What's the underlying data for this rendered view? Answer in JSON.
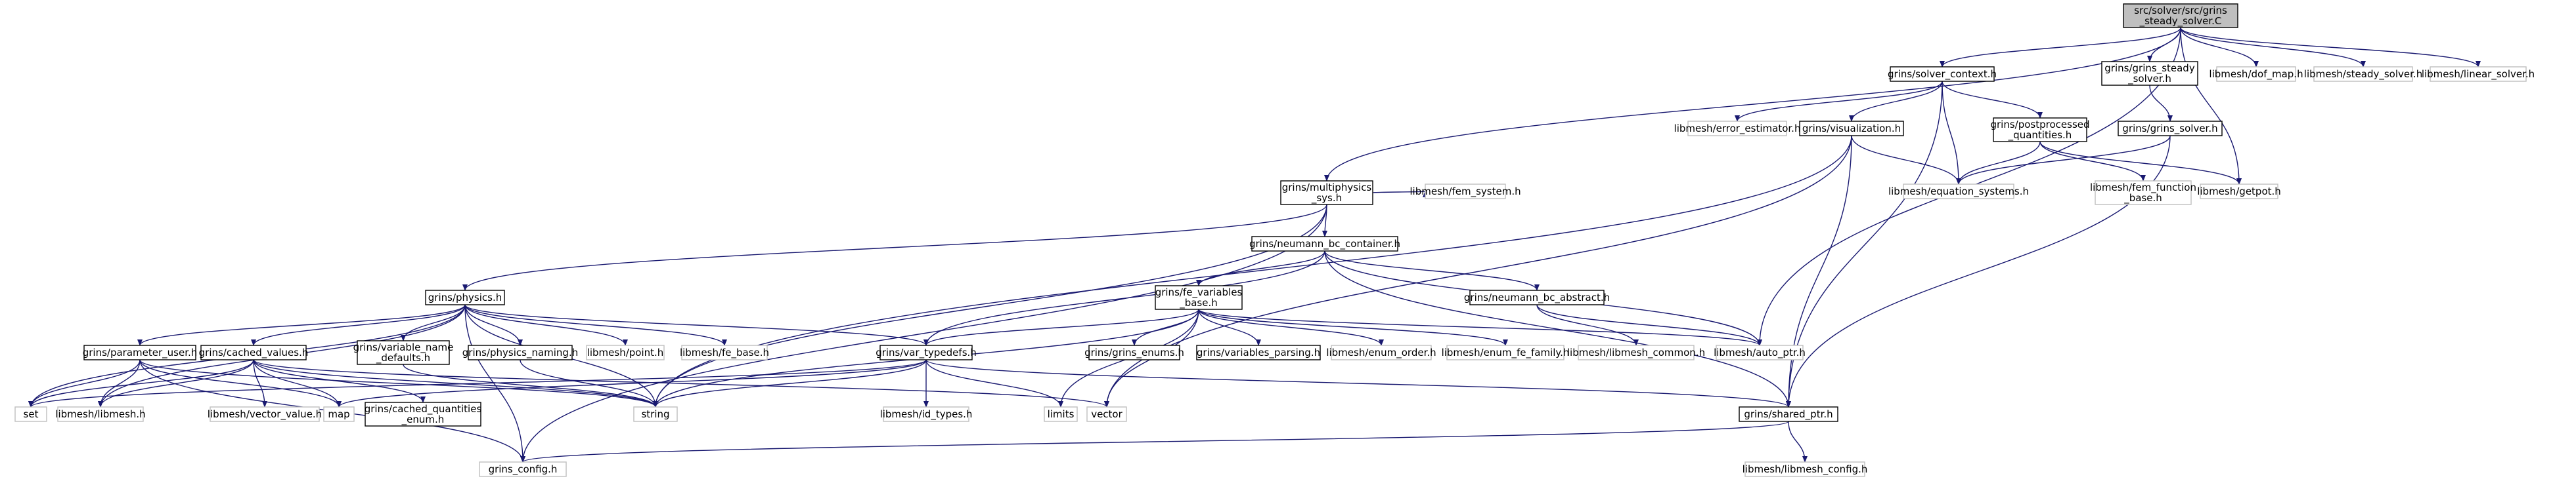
{
  "diagram": {
    "colors": {
      "edge": "#191970",
      "root_fill": "#bfbfbf",
      "external_border": "#bfbfbf",
      "local_border": "#000000"
    },
    "nodes": [
      {
        "id": "root",
        "kind": "root",
        "lines": [
          "src/solver/src/grins",
          "_steady_solver.C"
        ]
      },
      {
        "id": "solver_context",
        "kind": "local",
        "lines": [
          "grins/solver_context.h"
        ]
      },
      {
        "id": "grins_steady_solver",
        "kind": "local",
        "lines": [
          "grins/grins_steady",
          "_solver.h"
        ]
      },
      {
        "id": "dof_map",
        "kind": "ext",
        "lines": [
          "libmesh/dof_map.h"
        ]
      },
      {
        "id": "steady_solver",
        "kind": "ext",
        "lines": [
          "libmesh/steady_solver.h"
        ]
      },
      {
        "id": "linear_solver",
        "kind": "ext",
        "lines": [
          "libmesh/linear_solver.h"
        ]
      },
      {
        "id": "error_estimator",
        "kind": "ext",
        "lines": [
          "libmesh/error_estimator.h"
        ]
      },
      {
        "id": "visualization",
        "kind": "local",
        "lines": [
          "grins/visualization.h"
        ]
      },
      {
        "id": "postprocessed",
        "kind": "local",
        "lines": [
          "grins/postprocessed",
          "_quantities.h"
        ]
      },
      {
        "id": "grins_solver",
        "kind": "local",
        "lines": [
          "grins/grins_solver.h"
        ]
      },
      {
        "id": "multiphysics",
        "kind": "local",
        "lines": [
          "grins/multiphysics",
          "_sys.h"
        ]
      },
      {
        "id": "equation_systems",
        "kind": "ext",
        "lines": [
          "libmesh/equation_systems.h"
        ]
      },
      {
        "id": "fem_function_base",
        "kind": "ext",
        "lines": [
          "libmesh/fem_function",
          "_base.h"
        ]
      },
      {
        "id": "getpot",
        "kind": "ext",
        "lines": [
          "libmesh/getpot.h"
        ]
      },
      {
        "id": "fem_system",
        "kind": "ext",
        "lines": [
          "libmesh/fem_system.h"
        ]
      },
      {
        "id": "neumann_bc_container",
        "kind": "local",
        "lines": [
          "grins/neumann_bc_container.h"
        ]
      },
      {
        "id": "physics",
        "kind": "local",
        "lines": [
          "grins/physics.h"
        ]
      },
      {
        "id": "fe_variables_base",
        "kind": "local",
        "lines": [
          "grins/fe_variables",
          "_base.h"
        ]
      },
      {
        "id": "neumann_bc_abstract",
        "kind": "local",
        "lines": [
          "grins/neumann_bc_abstract.h"
        ]
      },
      {
        "id": "parameter_user",
        "kind": "local",
        "lines": [
          "grins/parameter_user.h"
        ]
      },
      {
        "id": "cached_values",
        "kind": "local",
        "lines": [
          "grins/cached_values.h"
        ]
      },
      {
        "id": "variable_name_defaults",
        "kind": "local",
        "lines": [
          "grins/variable_name",
          "_defaults.h"
        ]
      },
      {
        "id": "physics_naming",
        "kind": "local",
        "lines": [
          "grins/physics_naming.h"
        ]
      },
      {
        "id": "point",
        "kind": "ext",
        "lines": [
          "libmesh/point.h"
        ]
      },
      {
        "id": "fe_base",
        "kind": "ext",
        "lines": [
          "libmesh/fe_base.h"
        ]
      },
      {
        "id": "var_typedefs",
        "kind": "local",
        "lines": [
          "grins/var_typedefs.h"
        ]
      },
      {
        "id": "grins_enums",
        "kind": "local",
        "lines": [
          "grins/grins_enums.h"
        ]
      },
      {
        "id": "variables_parsing",
        "kind": "local",
        "lines": [
          "grins/variables_parsing.h"
        ]
      },
      {
        "id": "enum_order",
        "kind": "ext",
        "lines": [
          "libmesh/enum_order.h"
        ]
      },
      {
        "id": "enum_fe_family",
        "kind": "ext",
        "lines": [
          "libmesh/enum_fe_family.h"
        ]
      },
      {
        "id": "libmesh_common",
        "kind": "ext",
        "lines": [
          "libmesh/libmesh_common.h"
        ]
      },
      {
        "id": "auto_ptr",
        "kind": "ext",
        "lines": [
          "libmesh/auto_ptr.h"
        ]
      },
      {
        "id": "set",
        "kind": "ext",
        "lines": [
          "set"
        ]
      },
      {
        "id": "libmesh_h",
        "kind": "ext",
        "lines": [
          "libmesh/libmesh.h"
        ]
      },
      {
        "id": "vector_value",
        "kind": "ext",
        "lines": [
          "libmesh/vector_value.h"
        ]
      },
      {
        "id": "map",
        "kind": "ext",
        "lines": [
          "map"
        ]
      },
      {
        "id": "cached_quantities_enum",
        "kind": "local",
        "lines": [
          "grins/cached_quantities",
          "_enum.h"
        ]
      },
      {
        "id": "string",
        "kind": "ext",
        "lines": [
          "string"
        ]
      },
      {
        "id": "id_types",
        "kind": "ext",
        "lines": [
          "libmesh/id_types.h"
        ]
      },
      {
        "id": "limits",
        "kind": "ext",
        "lines": [
          "limits"
        ]
      },
      {
        "id": "vector",
        "kind": "ext",
        "lines": [
          "vector"
        ]
      },
      {
        "id": "shared_ptr",
        "kind": "local",
        "lines": [
          "grins/shared_ptr.h"
        ]
      },
      {
        "id": "grins_config",
        "kind": "ext",
        "lines": [
          "grins_config.h"
        ]
      },
      {
        "id": "libmesh_config",
        "kind": "ext",
        "lines": [
          "libmesh/libmesh_config.h"
        ]
      }
    ],
    "edges": [
      [
        "root",
        "solver_context"
      ],
      [
        "root",
        "grins_steady_solver"
      ],
      [
        "root",
        "dof_map"
      ],
      [
        "root",
        "steady_solver"
      ],
      [
        "root",
        "linear_solver"
      ],
      [
        "root",
        "multiphysics"
      ],
      [
        "root",
        "getpot"
      ],
      [
        "root",
        "auto_ptr"
      ],
      [
        "solver_context",
        "error_estimator"
      ],
      [
        "solver_context",
        "visualization"
      ],
      [
        "solver_context",
        "postprocessed"
      ],
      [
        "solver_context",
        "equation_systems"
      ],
      [
        "solver_context",
        "shared_ptr"
      ],
      [
        "grins_steady_solver",
        "grins_solver"
      ],
      [
        "grins_solver",
        "equation_systems"
      ],
      [
        "grins_solver",
        "shared_ptr"
      ],
      [
        "visualization",
        "equation_systems"
      ],
      [
        "visualization",
        "shared_ptr"
      ],
      [
        "visualization",
        "string"
      ],
      [
        "visualization",
        "vector"
      ],
      [
        "postprocessed",
        "equation_systems"
      ],
      [
        "postprocessed",
        "fem_function_base"
      ],
      [
        "postprocessed",
        "getpot"
      ],
      [
        "multiphysics",
        "fem_system"
      ],
      [
        "multiphysics",
        "neumann_bc_container"
      ],
      [
        "multiphysics",
        "physics"
      ],
      [
        "multiphysics",
        "grins_config"
      ],
      [
        "multiphysics",
        "string"
      ],
      [
        "neumann_bc_container",
        "fe_variables_base"
      ],
      [
        "neumann_bc_container",
        "neumann_bc_abstract"
      ],
      [
        "neumann_bc_container",
        "var_typedefs"
      ],
      [
        "neumann_bc_container",
        "auto_ptr"
      ],
      [
        "neumann_bc_container",
        "shared_ptr"
      ],
      [
        "neumann_bc_abstract",
        "libmesh_common"
      ],
      [
        "neumann_bc_abstract",
        "auto_ptr"
      ],
      [
        "fe_variables_base",
        "var_typedefs"
      ],
      [
        "fe_variables_base",
        "grins_enums"
      ],
      [
        "fe_variables_base",
        "variables_parsing"
      ],
      [
        "fe_variables_base",
        "enum_order"
      ],
      [
        "fe_variables_base",
        "enum_fe_family"
      ],
      [
        "fe_variables_base",
        "auto_ptr"
      ],
      [
        "fe_variables_base",
        "vector"
      ],
      [
        "fe_variables_base",
        "limits"
      ],
      [
        "fe_variables_base",
        "string"
      ],
      [
        "physics",
        "parameter_user"
      ],
      [
        "physics",
        "cached_values"
      ],
      [
        "physics",
        "variable_name_defaults"
      ],
      [
        "physics",
        "physics_naming"
      ],
      [
        "physics",
        "point"
      ],
      [
        "physics",
        "fe_base"
      ],
      [
        "physics",
        "var_typedefs"
      ],
      [
        "physics",
        "set"
      ],
      [
        "physics",
        "libmesh_h"
      ],
      [
        "physics",
        "string"
      ],
      [
        "physics",
        "grins_config"
      ],
      [
        "parameter_user",
        "set"
      ],
      [
        "parameter_user",
        "libmesh_h"
      ],
      [
        "parameter_user",
        "map"
      ],
      [
        "parameter_user",
        "string"
      ],
      [
        "parameter_user",
        "grins_config"
      ],
      [
        "cached_values",
        "libmesh_h"
      ],
      [
        "cached_values",
        "vector_value"
      ],
      [
        "cached_values",
        "map"
      ],
      [
        "cached_values",
        "cached_quantities_enum"
      ],
      [
        "cached_values",
        "set"
      ],
      [
        "cached_values",
        "vector"
      ],
      [
        "cached_values",
        "string"
      ],
      [
        "variable_name_defaults",
        "string"
      ],
      [
        "physics_naming",
        "string"
      ],
      [
        "var_typedefs",
        "id_types"
      ],
      [
        "var_typedefs",
        "limits"
      ],
      [
        "var_typedefs",
        "map"
      ],
      [
        "var_typedefs",
        "set"
      ],
      [
        "var_typedefs",
        "string"
      ],
      [
        "var_typedefs",
        "shared_ptr"
      ],
      [
        "shared_ptr",
        "grins_config"
      ],
      [
        "shared_ptr",
        "libmesh_config"
      ]
    ]
  }
}
